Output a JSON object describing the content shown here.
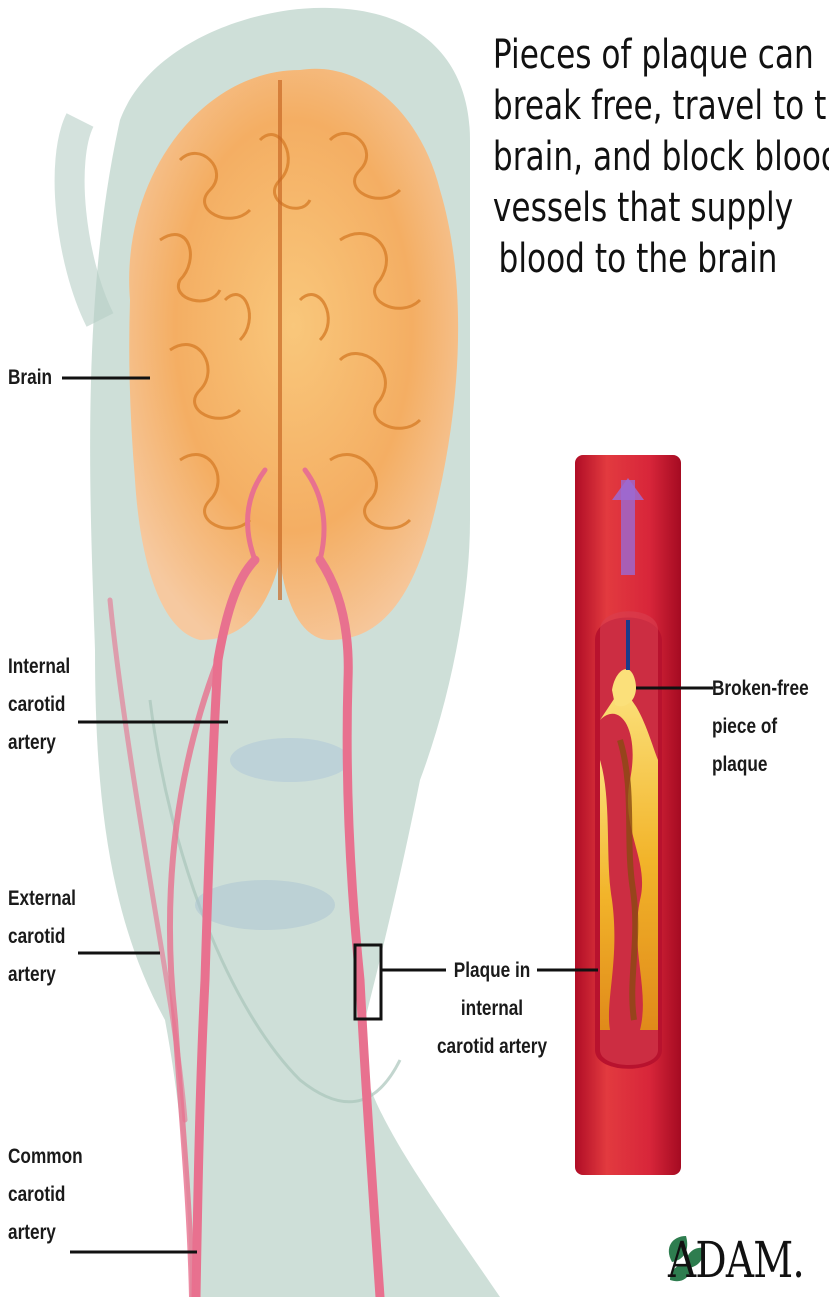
{
  "headline": [
    "Pieces of plaque can",
    "break free, travel to the",
    "brain, and block blood",
    "vessels that supply",
    "blood to the brain"
  ],
  "labels": {
    "brain": [
      "Brain"
    ],
    "internal_carotid": [
      "Internal",
      "carotid",
      "artery"
    ],
    "external_carotid": [
      "External",
      "carotid",
      "artery"
    ],
    "common_carotid": [
      "Common",
      "carotid",
      "artery"
    ],
    "plaque_internal": [
      "Plaque in",
      "internal",
      "carotid artery"
    ],
    "broken_free": [
      "Broken-free",
      "piece of",
      "plaque"
    ]
  },
  "logo": "ADAM.",
  "colors": {
    "background": "#ffffff",
    "head": "#c5d8cf",
    "brain": "#f3b36a",
    "artery": "#e8718f",
    "vessel_wall": "#c8102e",
    "plaque": "#f2b42a"
  },
  "icons": [
    "adam-leaf-icon"
  ]
}
